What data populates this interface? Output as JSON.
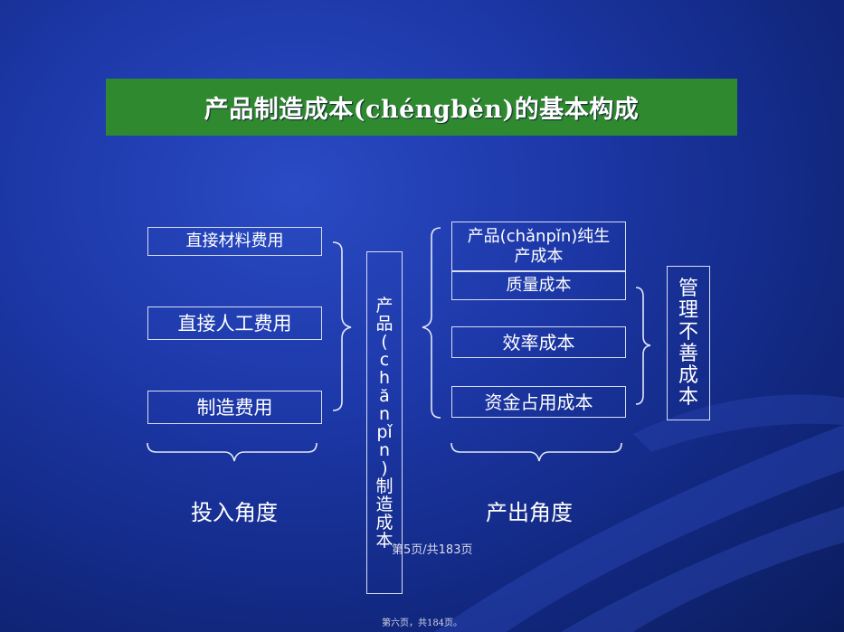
{
  "title": "产品制造成本(chéngběn)的基本构成",
  "left_boxes": [
    "直接材料费用",
    "直接人工费用",
    "制造费用"
  ],
  "center_box_chars": [
    "产",
    "品",
    "(",
    "c",
    "h",
    "ă",
    "n",
    "pǐ",
    "n",
    ")",
    "制",
    "造",
    "成",
    "本"
  ],
  "right_boxes": [
    "产品(chǎnpǐn)纯生产成本",
    "质量成本",
    "效率成本",
    "资金占用成本"
  ],
  "right_box_first": {
    "line1": "产品(chǎnpǐn)纯生",
    "line2": "产成本"
  },
  "side_box_chars": [
    "管",
    "理",
    "不",
    "善",
    "成",
    "本"
  ],
  "captions": {
    "input": "投入角度",
    "output": "产出角度"
  },
  "page_info": "第5页/共183页",
  "footer": "第六页，共184页。",
  "colors": {
    "title_bg": "#2f8a2f",
    "background": "#1d38a8"
  }
}
